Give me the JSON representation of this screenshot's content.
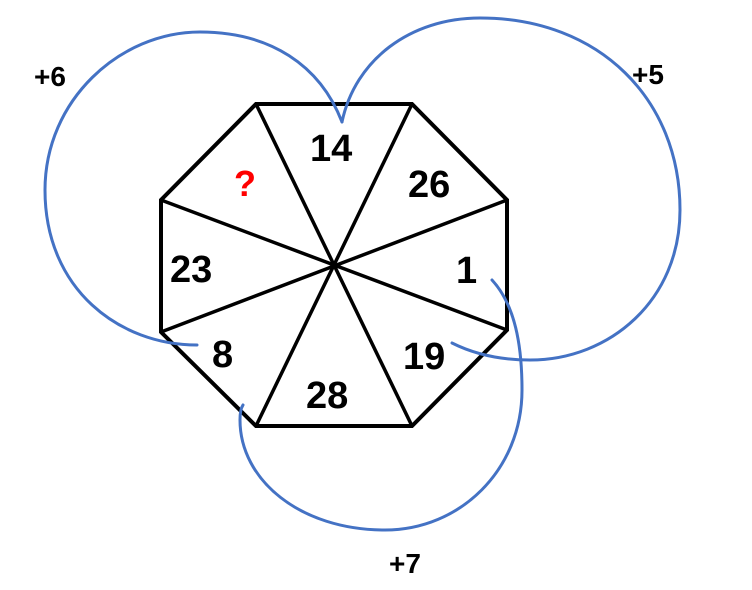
{
  "puzzle": {
    "type": "octagon number puzzle",
    "segments": [
      {
        "position": "top",
        "value": "14"
      },
      {
        "position": "top-right",
        "value": "26"
      },
      {
        "position": "right",
        "value": "1"
      },
      {
        "position": "bottom-right",
        "value": "19"
      },
      {
        "position": "bottom",
        "value": "28"
      },
      {
        "position": "bottom-left",
        "value": "8"
      },
      {
        "position": "left",
        "value": "23"
      },
      {
        "position": "top-left",
        "value": "?"
      }
    ],
    "arcs": [
      {
        "label": "+6",
        "from": "8",
        "to": "14"
      },
      {
        "label": "+5",
        "from": "14",
        "to": "19"
      },
      {
        "label": "+7",
        "from": "1",
        "to": "8"
      }
    ],
    "colors": {
      "arc": "#4472C4",
      "unknown": "#FF0000",
      "lines": "#000000"
    }
  }
}
